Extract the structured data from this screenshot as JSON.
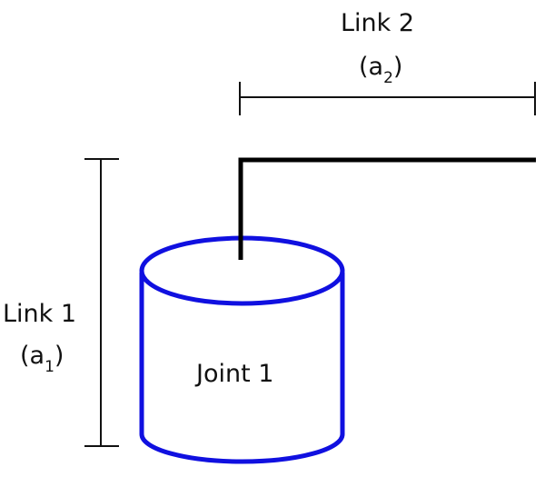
{
  "link2": {
    "name": "Link 2",
    "symbol_base": "(a",
    "symbol_sub": "2",
    "symbol_close": ")"
  },
  "link1": {
    "name": "Link 1",
    "symbol_base": "(a",
    "symbol_sub": "1",
    "symbol_close": ")"
  },
  "joint1": {
    "label": "Joint 1"
  },
  "colors": {
    "joint_outline": "#1010e0",
    "link_bar": "#000000",
    "dimension_line": "#111111",
    "text": "#111111",
    "background": "#ffffff"
  }
}
